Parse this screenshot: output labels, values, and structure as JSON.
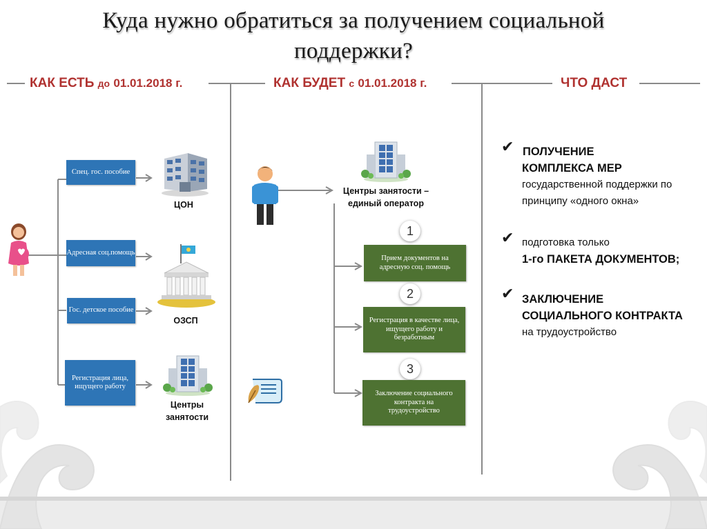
{
  "title": {
    "line1": "Куда нужно обратиться за получением социальной",
    "line2": "поддержки?"
  },
  "columns": {
    "as_is": {
      "main": "КАК  ЕСТЬ",
      "small": "до",
      "date": "01.01.2018 г."
    },
    "to_be": {
      "main": "КАК БУДЕТ",
      "small": "с",
      "date": "01.01.2018 г."
    },
    "result": {
      "main": "ЧТО ДАСТ"
    }
  },
  "as_is_boxes": [
    "Спец. гос. пособие",
    "Адресная соц.помощь",
    "Гос. детское пособие",
    "Регистрация лица, ищущего работу"
  ],
  "as_is_buildings": {
    "tson": "ЦОН",
    "ozsp": "ОЗСП",
    "employment_line1": "Центры",
    "employment_line2": "занятости"
  },
  "to_be_center": {
    "line1": "Центры занятости –",
    "line2": "единый оператор"
  },
  "steps": [
    {
      "num": "1",
      "text": "Прием документов на адресную соц. помощь"
    },
    {
      "num": "2",
      "text": "Регистрация в качестве лица, ищущего работу и безработным"
    },
    {
      "num": "3",
      "text": "Заключение социального контракта на трудоустройство"
    }
  ],
  "benefits": [
    {
      "line1": "ПОЛУЧЕНИЕ",
      "line2": "КОМПЛЕКСА МЕР",
      "line3": "государственной поддержки по",
      "line4": "принципу «одного окна»"
    },
    {
      "line1": "подготовка только",
      "line2": "1-го  ПАКЕТА ДОКУМЕНТОВ;"
    },
    {
      "line1": "ЗАКЛЮЧЕНИЕ",
      "line2": "СОЦИАЛЬНОГО КОНТРАКТА",
      "line3": "на трудоустройство"
    }
  ],
  "icons": {
    "check": "check-icon",
    "office_building": "office-building-icon",
    "government_building": "government-building-icon",
    "employment_building": "employment-building-icon",
    "pregnant_woman": "pregnant-woman-icon",
    "man": "man-icon",
    "contract": "contract-icon"
  },
  "colors": {
    "header_red": "#b03230",
    "blue_box": "#2e75b6",
    "green_box": "#4e7232",
    "lines": "#888888"
  }
}
